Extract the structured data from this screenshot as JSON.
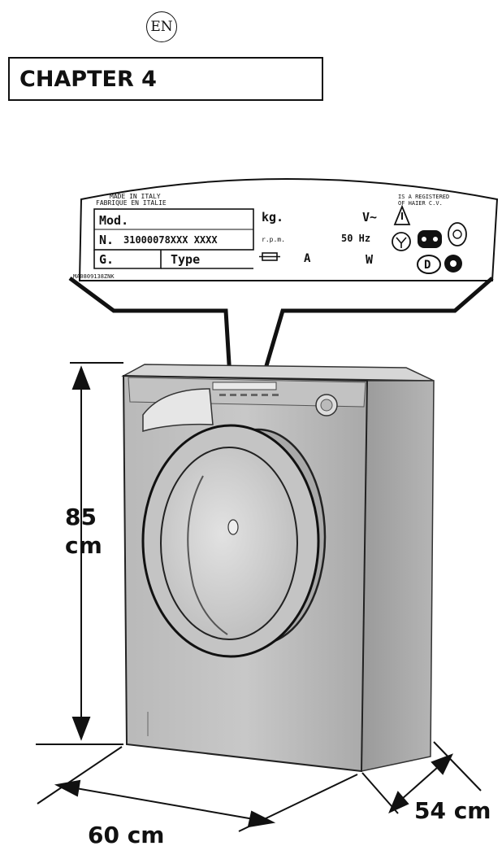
{
  "lang_badge": "EN",
  "chapter_title": "CHAPTER 4",
  "rating_plate": {
    "made_in_1": "MADE IN ITALY",
    "made_in_2": "FABRIQUE EN ITALIE",
    "registered_1": "IS A REGISTERED",
    "registered_2": "OF HAIER C.V.",
    "mod_label": "Mod.",
    "n_label": "N.",
    "serial": "31000078XXX XXXX",
    "g_label": "G.",
    "type_label": "Type",
    "kg_label": "kg.",
    "rpm_label": "r.p.m.",
    "amp_label": "A",
    "volt_label": "V~",
    "hz_label": "50 Hz",
    "watt_label": "W",
    "d_mark": "D",
    "footer_code": "MA0809138ZNK"
  },
  "dimensions": {
    "height_value": "85",
    "height_unit": "cm",
    "width": "60 cm",
    "depth": "54 cm"
  }
}
